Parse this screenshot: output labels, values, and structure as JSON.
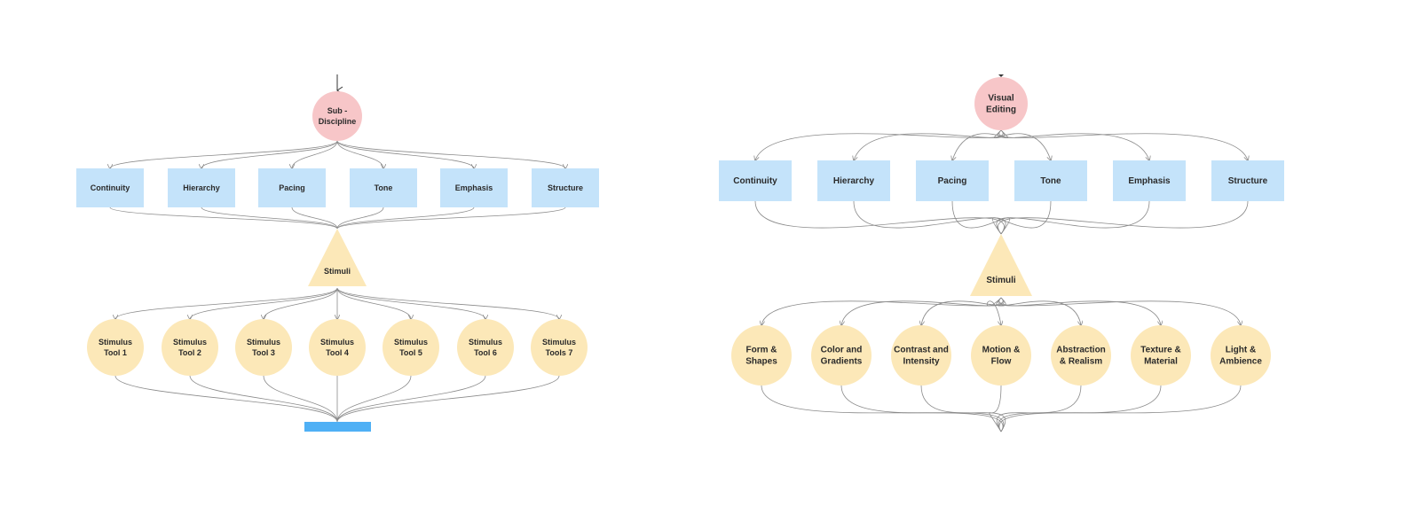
{
  "colors": {
    "root": "#f7c6c8",
    "category": "#c4e3fa",
    "stimuli": "#fce8b8",
    "tool": "#fce8b8",
    "output_bar": "#4fb0f5",
    "edge": "#8a8a8a",
    "text": "#2a2a2a"
  },
  "left_diagram": {
    "root": [
      "Sub -",
      "Discipline"
    ],
    "categories": [
      "Continuity",
      "Hierarchy",
      "Pacing",
      "Tone",
      "Emphasis",
      "Structure"
    ],
    "stimuli": "Stimuli",
    "tools": [
      [
        "Stimulus",
        "Tool 1"
      ],
      [
        "Stimulus",
        "Tool 2"
      ],
      [
        "Stimulus",
        "Tool 3"
      ],
      [
        "Stimulus",
        "Tool 4"
      ],
      [
        "Stimulus",
        "Tool 5"
      ],
      [
        "Stimulus",
        "Tool 6"
      ],
      [
        "Stimulus",
        "Tools 7"
      ]
    ]
  },
  "right_diagram": {
    "root": [
      "Visual",
      "Editing"
    ],
    "categories": [
      "Continuity",
      "Hierarchy",
      "Pacing",
      "Tone",
      "Emphasis",
      "Structure"
    ],
    "stimuli": "Stimuli",
    "tools": [
      [
        "Form &",
        "Shapes"
      ],
      [
        "Color and",
        "Gradients"
      ],
      [
        "Contrast and",
        "Intensity"
      ],
      [
        "Motion &",
        "Flow"
      ],
      [
        "Abstraction",
        "& Realism"
      ],
      [
        "Texture &",
        "Material"
      ],
      [
        "Light &",
        "Ambience"
      ]
    ]
  }
}
